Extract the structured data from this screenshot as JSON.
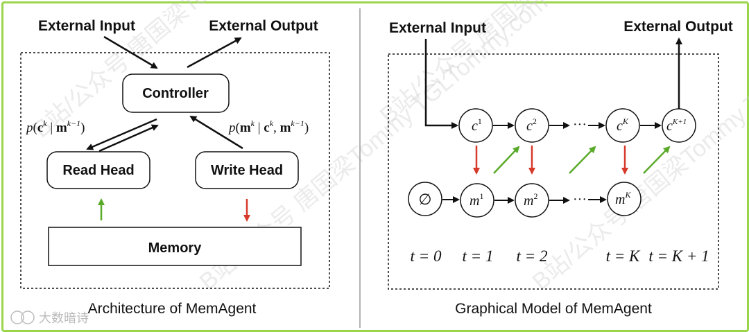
{
  "left_panel": {
    "external_input": "External Input",
    "external_output": "External Output",
    "controller": "Controller",
    "read_head": "Read Head",
    "write_head": "Write Head",
    "memory": "Memory",
    "caption": "Architecture of MemAgent"
  },
  "right_panel": {
    "external_input": "External Input",
    "external_output": "External Output",
    "empty_memory": "∅",
    "caption": "Graphical Model of MemAgent",
    "time_labels": [
      "t = 0",
      "t = 1",
      "t = 2",
      "t = K",
      "t = K + 1"
    ]
  },
  "watermark": {
    "text": "B站/公众号 唐国梁Tommy TGLTommy.com",
    "badge": "大数暗诗"
  },
  "colors": {
    "frame": "#9bd64a",
    "green_arrow": "#5aaa2a",
    "red_arrow": "#d63a2a",
    "divider": "#999999"
  }
}
